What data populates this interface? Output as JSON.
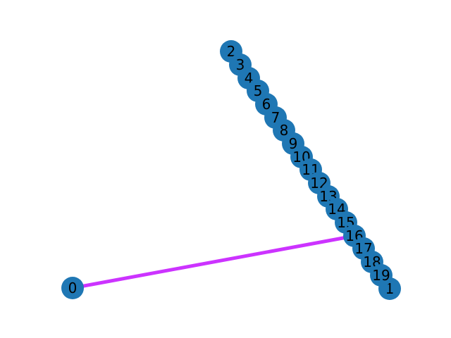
{
  "graph": {
    "node_color": "#1f77b4",
    "edge_color": "#cc33ff",
    "label_color": "#000000",
    "nodes": [
      {
        "id": "0",
        "label": "0"
      },
      {
        "id": "1",
        "label": "1"
      },
      {
        "id": "2",
        "label": "2"
      },
      {
        "id": "3",
        "label": "3"
      },
      {
        "id": "4",
        "label": "4"
      },
      {
        "id": "5",
        "label": "5"
      },
      {
        "id": "6",
        "label": "6"
      },
      {
        "id": "7",
        "label": "7"
      },
      {
        "id": "8",
        "label": "8"
      },
      {
        "id": "9",
        "label": "9"
      },
      {
        "id": "10",
        "label": "10"
      },
      {
        "id": "11",
        "label": "11"
      },
      {
        "id": "12",
        "label": "12"
      },
      {
        "id": "13",
        "label": "13"
      },
      {
        "id": "14",
        "label": "14"
      },
      {
        "id": "15",
        "label": "15"
      },
      {
        "id": "16",
        "label": "16"
      },
      {
        "id": "17",
        "label": "17"
      },
      {
        "id": "18",
        "label": "18"
      },
      {
        "id": "19",
        "label": "19"
      }
    ],
    "edges": [
      {
        "source": "0",
        "target": "16"
      }
    ]
  }
}
